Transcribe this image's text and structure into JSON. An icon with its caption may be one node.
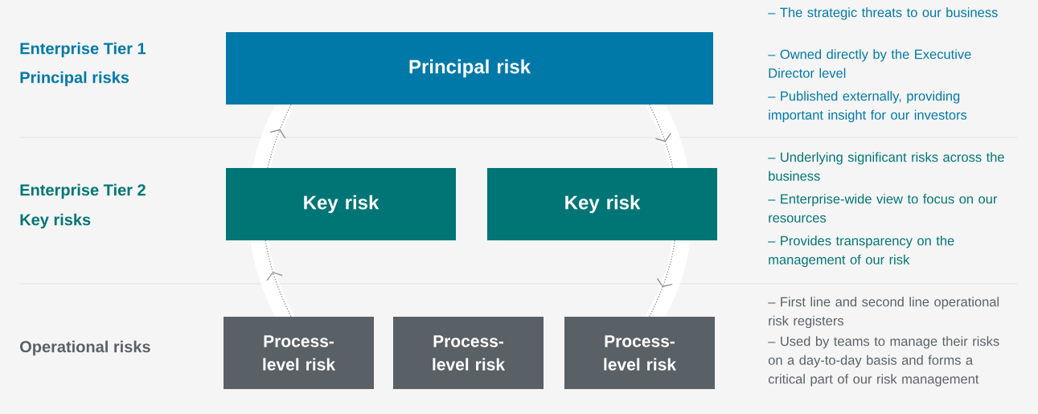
{
  "diagram": {
    "nodes": [
      {
        "text": [
          "Principal risk"
        ]
      },
      {
        "text": [
          "Key risk"
        ]
      },
      {
        "text": [
          "Key risk"
        ]
      },
      {
        "text": [
          "Process-level risk"
        ]
      },
      {
        "text": [
          "Process-level risk"
        ]
      },
      {
        "text": [
          "Process-level risk"
        ]
      }
    ],
    "edges": [
      {
        "from": 3,
        "to": 1,
        "arrow": "to"
      },
      {
        "from": 1,
        "to": 0,
        "arrow": "to"
      },
      {
        "from": 0,
        "to": 2,
        "arrow": "to"
      },
      {
        "from": 2,
        "to": 5,
        "arrow": "to"
      }
    ],
    "labels": [
      "Enterprise Tier 1",
      "Principal risks",
      "Enterprise Tier 2",
      "Key risks",
      "Operational risks",
      "– The strategic threats to our business",
      "– Owned directly by the Executive Director level",
      "– Published externally, providing important insight for our investors",
      "– Underlying significant risks across the business",
      "– Enterprise-wide view to focus on our resources",
      "– Provides transparency on the management of our risk",
      "– First line and second line operational risk registers",
      "– Used by teams to manage their risks on a day-to-day basis and forms a critical part of our risk management"
    ]
  }
}
